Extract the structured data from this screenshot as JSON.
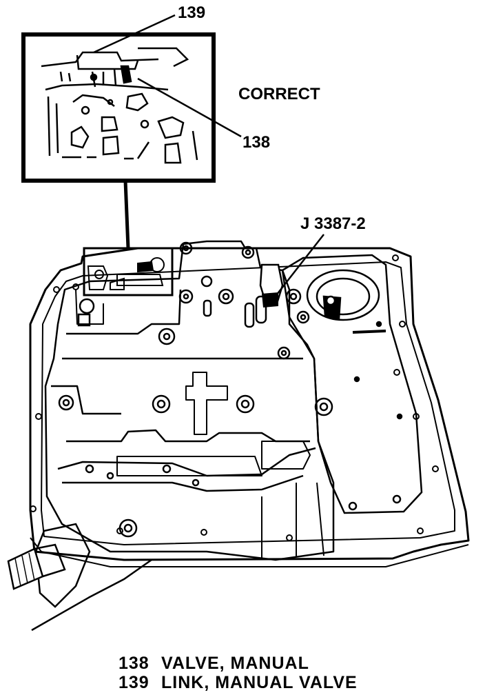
{
  "callouts": {
    "link_number": "139",
    "valve_number": "138",
    "inset_caption": "CORRECT",
    "tool_label": "J 3387-2"
  },
  "legend": [
    {
      "number": "138",
      "text": "VALVE, MANUAL"
    },
    {
      "number": "139",
      "text": "LINK, MANUAL VALVE"
    }
  ],
  "colors": {
    "ink": "#000000",
    "paper": "#ffffff"
  }
}
